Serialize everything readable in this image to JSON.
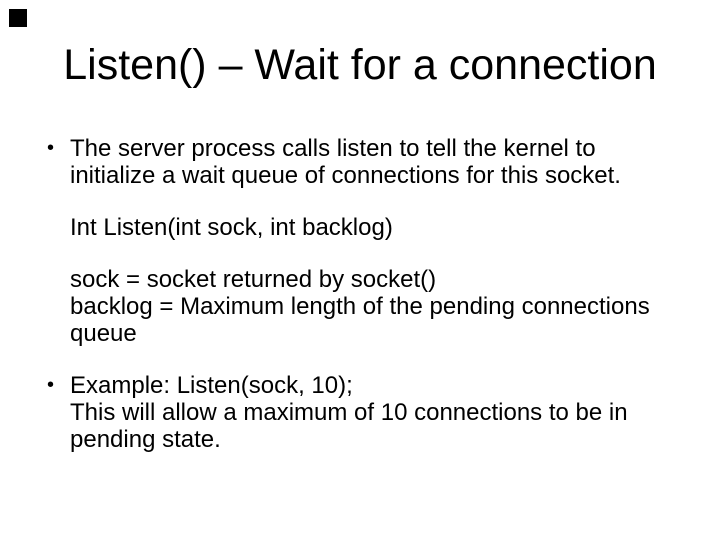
{
  "slide": {
    "title": "Listen() – Wait for a connection",
    "colors": {
      "background": "#ffffff",
      "text": "#000000",
      "corner_square": "#000000"
    },
    "bullets": [
      {
        "marker": "•",
        "paragraphs": [
          {
            "lines": [
              "The server process calls listen to tell the kernel to",
              "initialize a wait queue of connections for this socket."
            ]
          },
          {
            "lines": [
              "Int Listen(int sock, int backlog)"
            ]
          },
          {
            "lines": [
              "sock = socket returned by socket()",
              "backlog = Maximum length of the pending connections",
              "queue"
            ]
          }
        ]
      },
      {
        "marker": "•",
        "paragraphs": [
          {
            "lines": [
              "Example: Listen(sock, 10);",
              "This will allow a maximum of 10 connections to be in",
              "pending state."
            ]
          }
        ]
      }
    ]
  }
}
